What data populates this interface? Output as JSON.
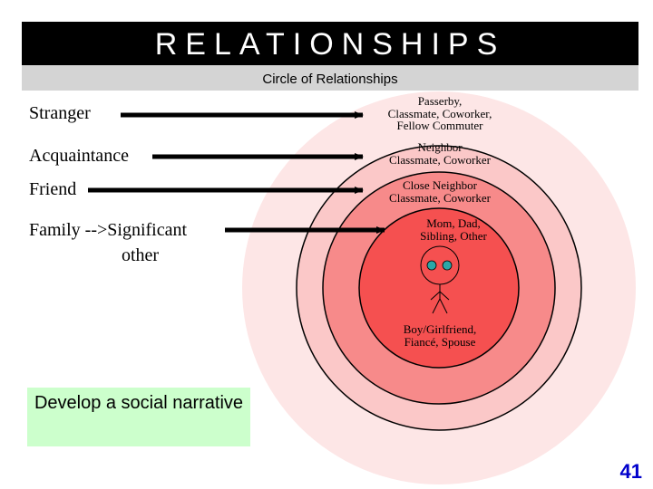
{
  "header": {
    "title": "RELATIONSHIPS",
    "subtitle": "Circle of Relationships"
  },
  "levels": [
    {
      "label": "Stranger"
    },
    {
      "label": "Acquaintance"
    },
    {
      "label": "Friend"
    },
    {
      "label": "Family -->Significant",
      "label_line2": "other"
    }
  ],
  "rings": [
    {
      "text_lines": [
        "Passerby,",
        "Classmate, Coworker,",
        "Fellow Commuter"
      ],
      "fill": "#fde6e6"
    },
    {
      "text_lines": [
        "Neighbor",
        "Classmate, Coworker"
      ],
      "fill": "#fbc8c8"
    },
    {
      "text_lines": [
        "Close Neighbor",
        "Classmate, Coworker"
      ],
      "fill": "#f78a8a"
    },
    {
      "text_lines": [
        "Mom, Dad,",
        "Sibling, Other"
      ],
      "fill": "#f55050"
    }
  ],
  "center": {
    "text_lines": [
      "Boy/Girlfriend,",
      "Fiancé, Spouse"
    ],
    "eye_color": "#2aa7a7"
  },
  "callout": {
    "text": "Develop a social narrative",
    "bg_color": "#ccffcc"
  },
  "page_number": "41",
  "colors": {
    "title_bg": "#000000",
    "subtitle_bg": "#d4d4d4",
    "page_number": "#0000cc"
  }
}
